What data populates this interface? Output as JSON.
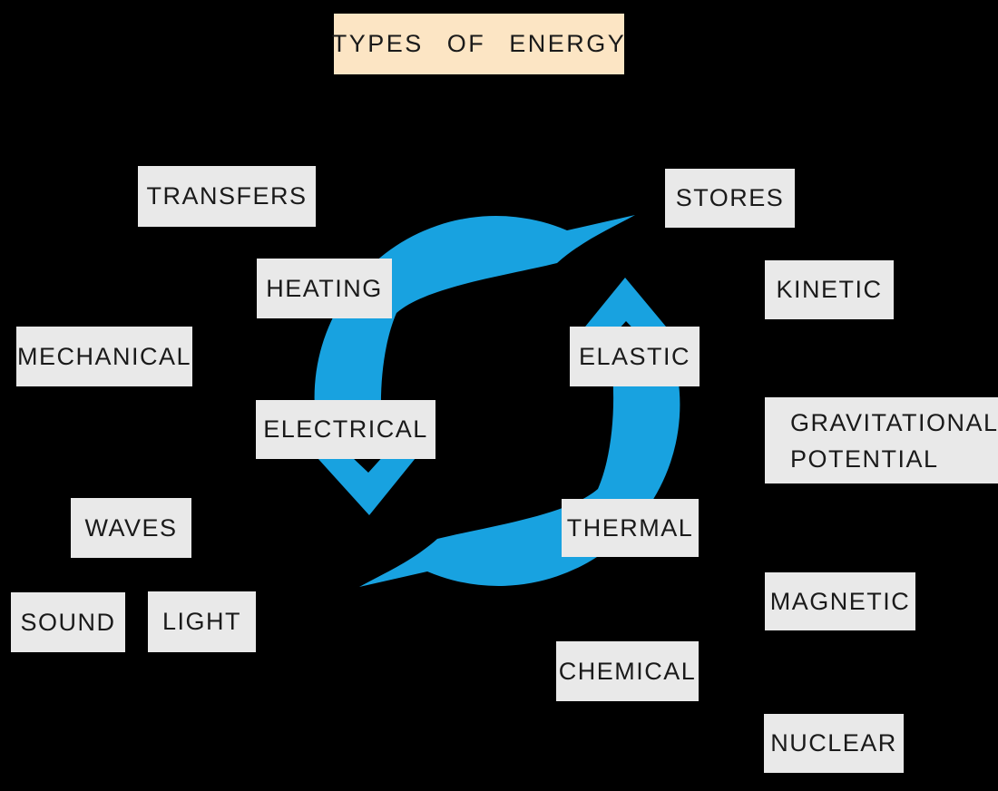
{
  "title": {
    "text": "TYPES OF ENERGY"
  },
  "headers": {
    "transfers": "TRANSFERS",
    "stores": "STORES"
  },
  "transfers": {
    "heating": "HEATING",
    "mechanical": "MECHANICAL",
    "electrical": "ELECTRICAL",
    "waves": "WAVES",
    "sound": "SOUND",
    "light": "LIGHT"
  },
  "stores": {
    "kinetic": "KINETIC",
    "elastic": "ELASTIC",
    "gravitational_line1": "GRAVITATIONAL",
    "gravitational_line2": "POTENTIAL",
    "thermal": "THERMAL",
    "magnetic": "MAGNETIC",
    "chemical": "CHEMICAL",
    "nuclear": "NUCLEAR"
  },
  "icons": {
    "cycle": "circular-cycle-arrows"
  },
  "colors": {
    "background": "#000000",
    "arrow_blue": "#18a2e0",
    "label_box": "#e9e9e9",
    "title_box": "#fce5c4",
    "text": "#1a1a1a"
  }
}
